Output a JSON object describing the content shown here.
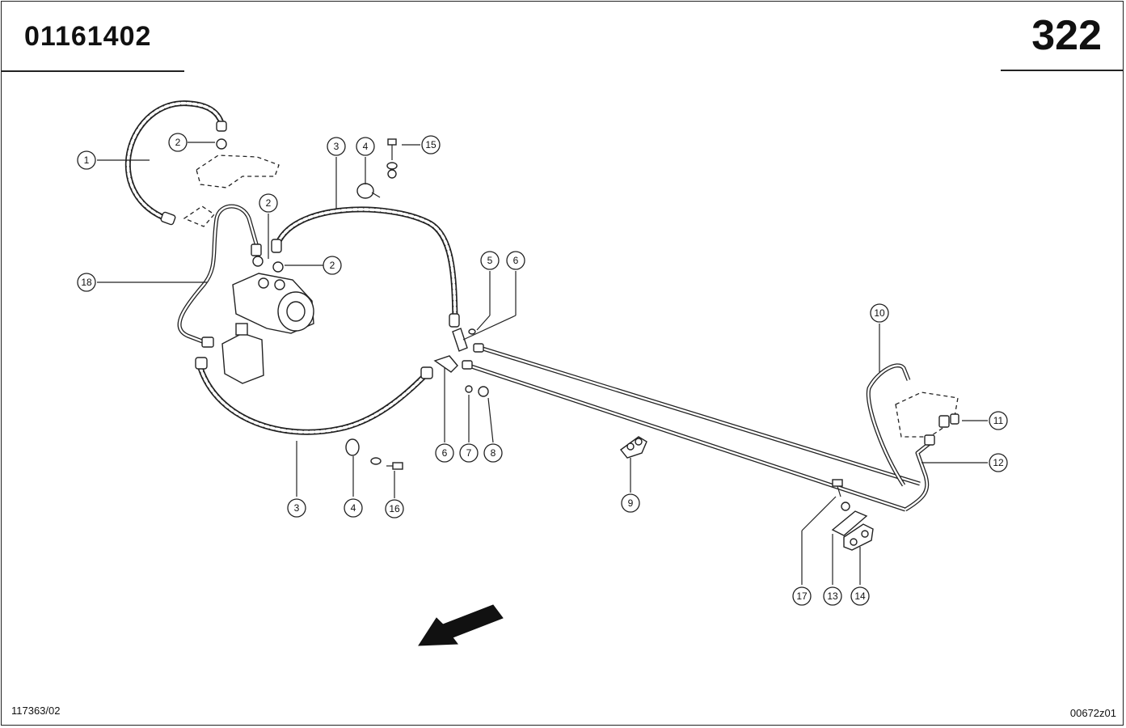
{
  "header": {
    "doc_number": "01161402",
    "page_number": "322"
  },
  "footer": {
    "left_code": "117363/02",
    "right_code": "00672z01"
  },
  "callouts": [
    {
      "id": "c1",
      "label": "1"
    },
    {
      "id": "c2a",
      "label": "2"
    },
    {
      "id": "c2b",
      "label": "2"
    },
    {
      "id": "c2c",
      "label": "2"
    },
    {
      "id": "c3a",
      "label": "3"
    },
    {
      "id": "c3b",
      "label": "3"
    },
    {
      "id": "c4a",
      "label": "4"
    },
    {
      "id": "c4b",
      "label": "4"
    },
    {
      "id": "c5",
      "label": "5"
    },
    {
      "id": "c6a",
      "label": "6"
    },
    {
      "id": "c6b",
      "label": "6"
    },
    {
      "id": "c7",
      "label": "7"
    },
    {
      "id": "c8",
      "label": "8"
    },
    {
      "id": "c9",
      "label": "9"
    },
    {
      "id": "c10",
      "label": "10"
    },
    {
      "id": "c11",
      "label": "11"
    },
    {
      "id": "c12",
      "label": "12"
    },
    {
      "id": "c13",
      "label": "13"
    },
    {
      "id": "c14",
      "label": "14"
    },
    {
      "id": "c15",
      "label": "15"
    },
    {
      "id": "c16",
      "label": "16"
    },
    {
      "id": "c17",
      "label": "17"
    },
    {
      "id": "c18",
      "label": "18"
    }
  ]
}
